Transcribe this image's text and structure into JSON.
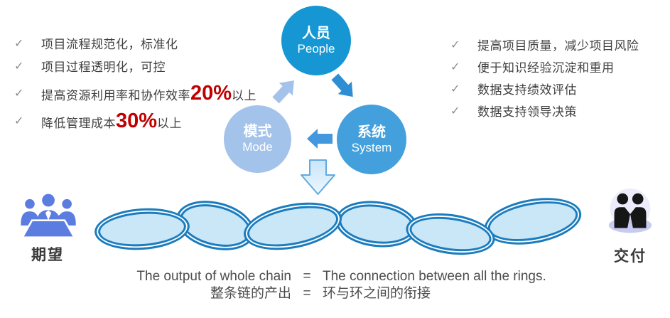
{
  "colors": {
    "people_circle": "#1697d3",
    "system_circle": "#44a0dc",
    "mode_circle": "#a3c3eb",
    "arrow_people_to_system": "#2e8ed4",
    "arrow_system_to_mode": "#4397dd",
    "arrow_mode_to_people": "#a5c3ea",
    "big_arrow_fill": "#cfe8fa",
    "big_arrow_stroke": "#62aadf",
    "ring_fill": "#cae7f8",
    "ring_border": "#1b7cbe",
    "highlight_red": "#c00000",
    "list_text": "#404040",
    "check_gray": "#8a8a8a",
    "meeting_icon_blue": "#5b7ce0",
    "delivery_icon_black": "#161616",
    "delivery_icon_lavender": "#ececfb",
    "end_label_dark": "#3a3a3a"
  },
  "left_benefits": {
    "items": [
      {
        "check": "✓",
        "text": "项目流程规范化，标准化"
      },
      {
        "check": "✓",
        "text": "项目过程透明化，可控"
      },
      {
        "check": "✓",
        "pre": "提高资源利用率和协作效率",
        "highlight": "20%",
        "post": "以上"
      },
      {
        "check": "✓",
        "pre": "降低管理成本",
        "highlight": "30%",
        "post": "以上"
      }
    ]
  },
  "right_benefits": {
    "items": [
      {
        "check": "✓",
        "text": "提高项目质量，减少项目风险"
      },
      {
        "check": "✓",
        "text": "便于知识经验沉淀和重用"
      },
      {
        "check": "✓",
        "text": "数据支持绩效评估"
      },
      {
        "check": "✓",
        "text": "数据支持领导决策"
      }
    ]
  },
  "cycle": {
    "people": {
      "zh": "人员",
      "en": "People"
    },
    "mode": {
      "zh": "模式",
      "en": "Mode"
    },
    "system": {
      "zh": "系统",
      "en": "System"
    }
  },
  "chain": {
    "ring_count": 6,
    "left_label": "期望",
    "right_label": "交付"
  },
  "equation": {
    "en": {
      "left": "The output of whole chain",
      "eq": "=",
      "right": "The connection between all the rings."
    },
    "zh": {
      "left": "整条链的产出",
      "eq": "=",
      "right": "环与环之间的衔接"
    }
  }
}
